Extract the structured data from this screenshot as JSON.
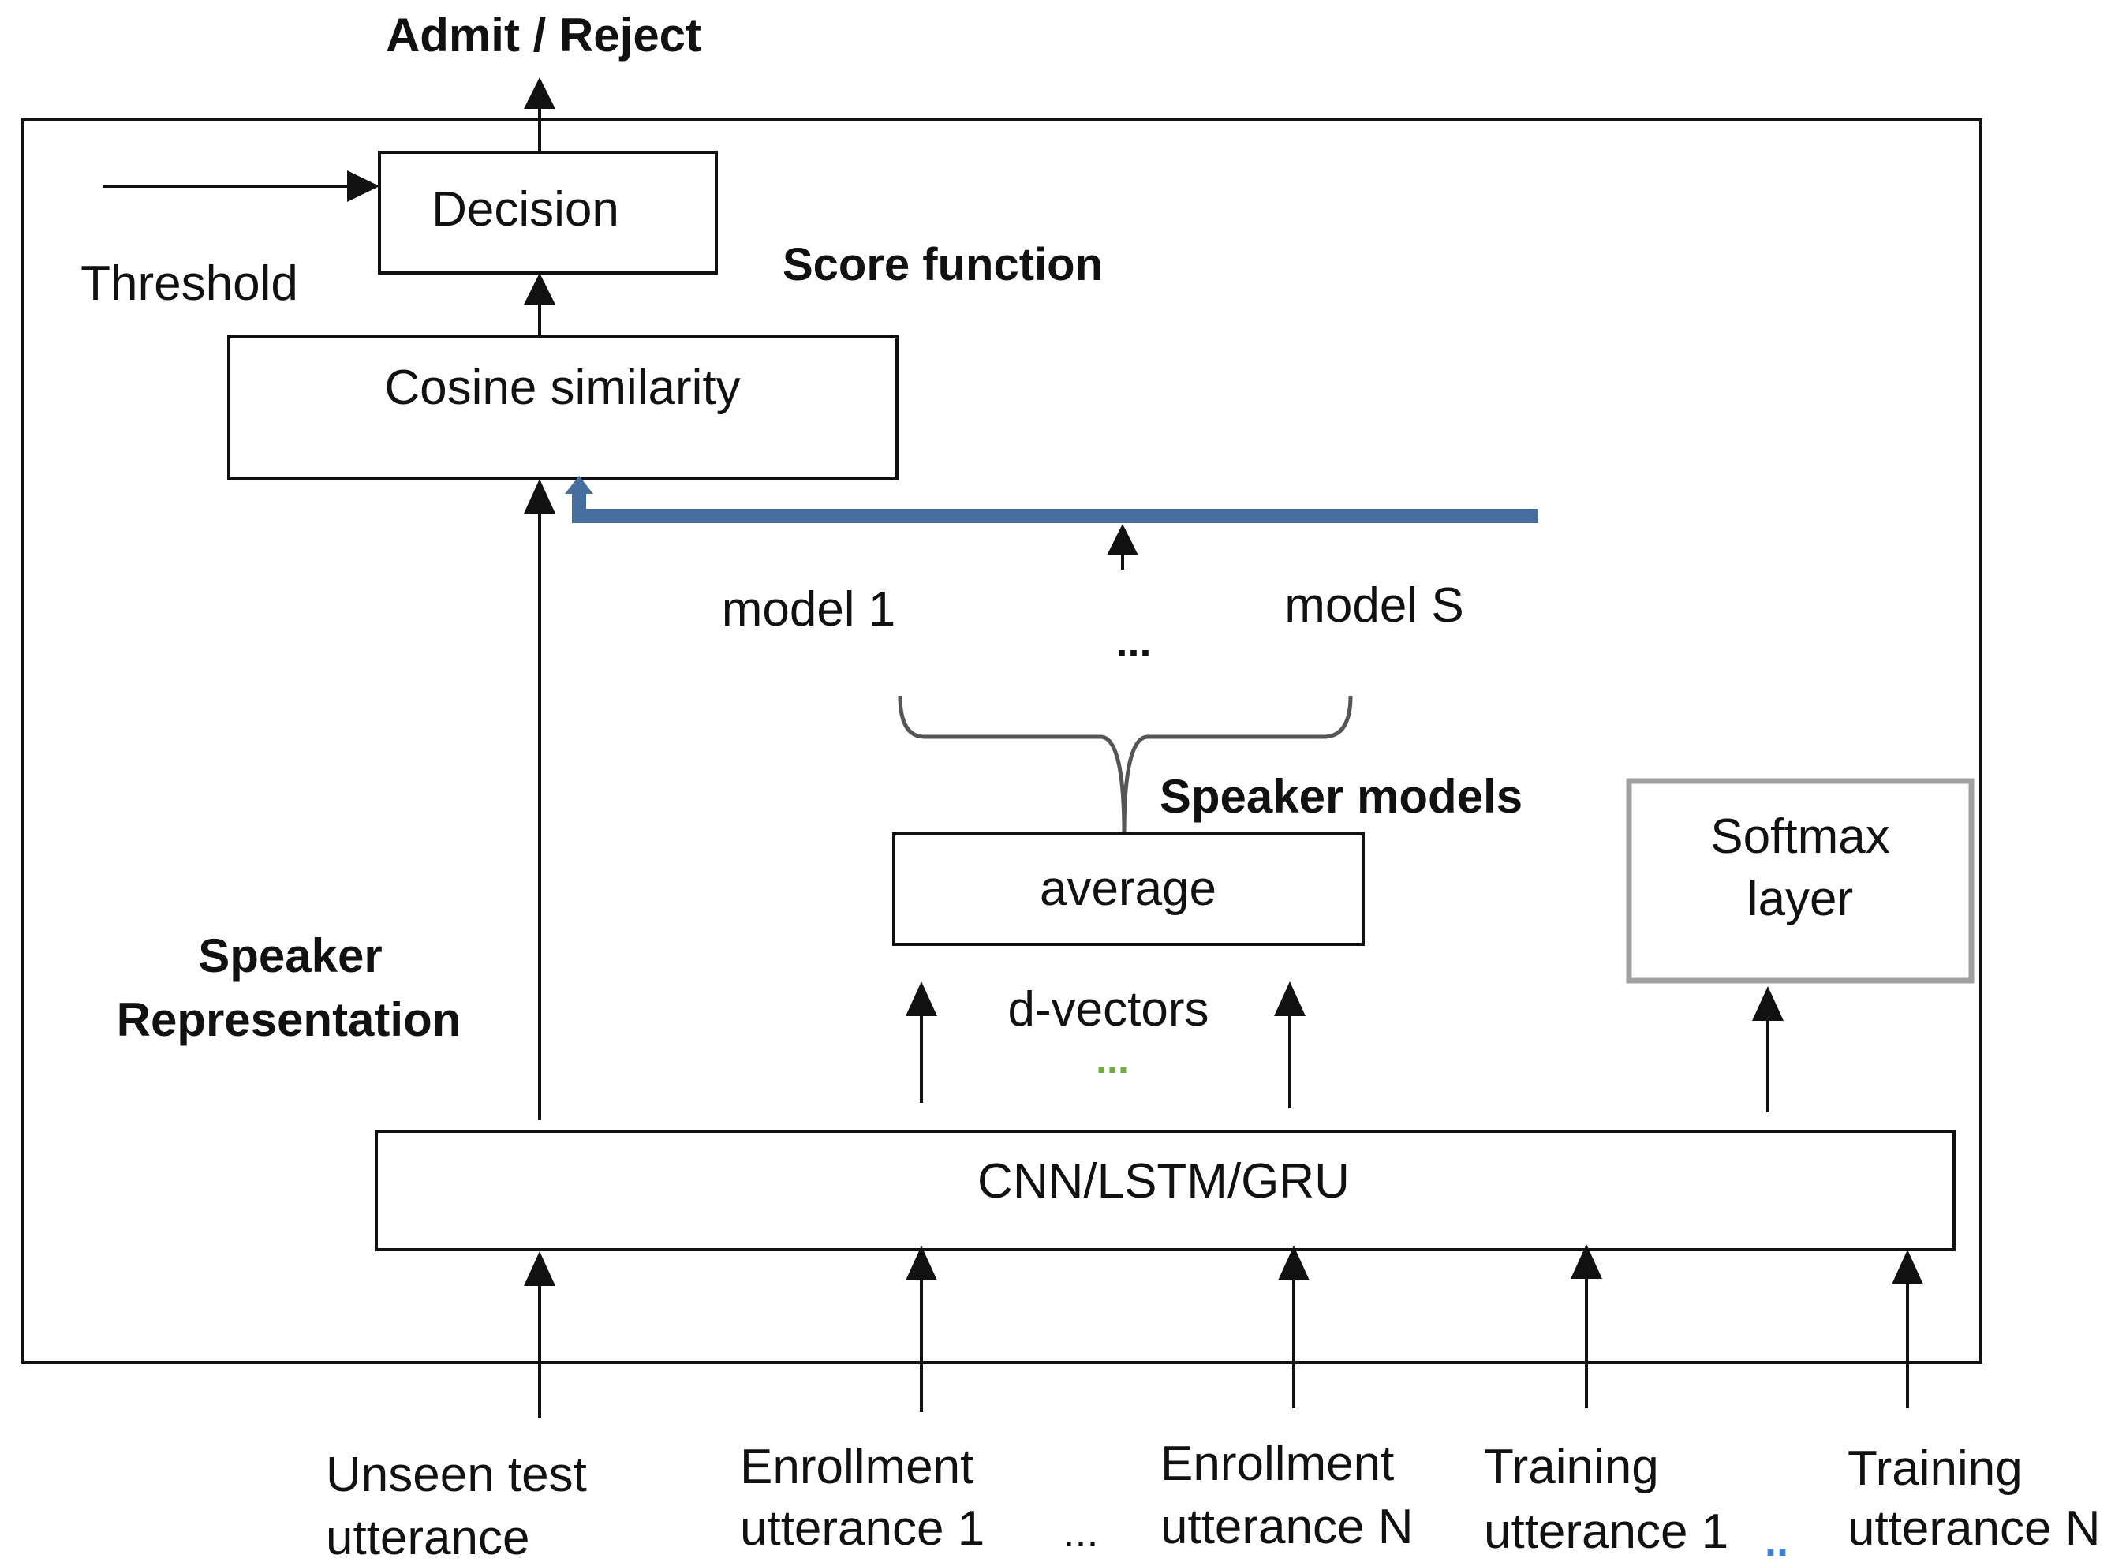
{
  "output_label": "Admit / Reject",
  "threshold_label": "Threshold",
  "score_function_label": "Score function",
  "decision_box": "Decision",
  "cosine_box": "Cosine similarity",
  "model_labels": {
    "first": "model 1",
    "last": "model S",
    "dots": "..."
  },
  "speaker_models_label": "Speaker models",
  "average_box": "average",
  "dvectors_label": "d-vectors",
  "dvectors_dots": "...",
  "softmax_box": {
    "line1": "Softmax",
    "line2": "layer"
  },
  "speaker_representation_label": {
    "line1": "Speaker",
    "line2": "Representation"
  },
  "network_box": "CNN/LSTM/GRU",
  "inputs": [
    {
      "line1": "Unseen test",
      "line2": "utterance"
    },
    {
      "line1": "Enrollment",
      "line2": "utterance 1"
    },
    {
      "line1": "Enrollment",
      "line2": "utterance N"
    },
    {
      "line1": "Training",
      "line2": "utterance 1"
    },
    {
      "line1": "Training",
      "line2": "utterance N"
    }
  ],
  "input_dots": [
    "...",
    ".."
  ],
  "colors": {
    "stroke": "#111111",
    "feedback_line": "#466f9f",
    "softmax_border": "#a0a0a0",
    "dvector_dots": "#6fae3b",
    "training_dots": "#3f7fd0"
  }
}
